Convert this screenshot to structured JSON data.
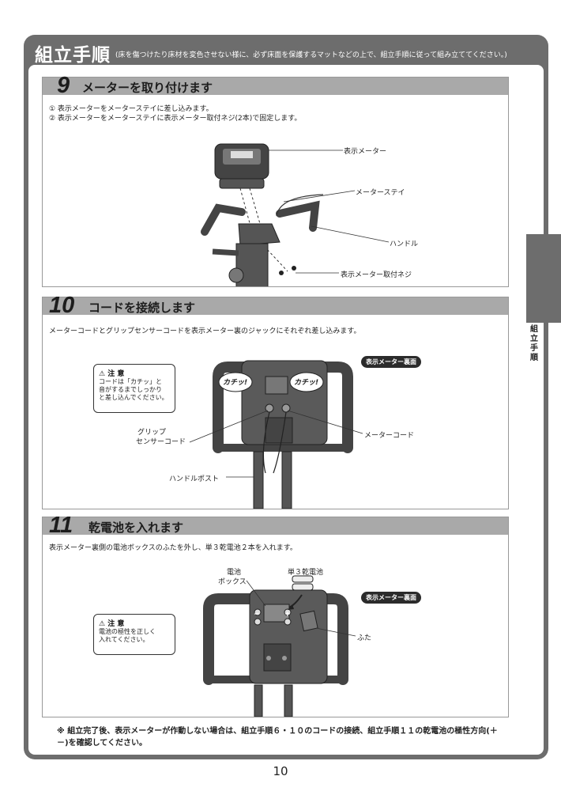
{
  "header": {
    "title": "組立手順",
    "subtitle": "(床を傷つけたり床材を変色させない様に、必ず床面を保護するマットなどの上で、組立手順に従って組み立ててください。)"
  },
  "side_tab": {
    "label": "組立手順"
  },
  "sections": [
    {
      "number": "9",
      "title": "メーターを取り付けます",
      "instructions": [
        "① 表示メーターをメーターステイに差し込みます。",
        "② 表示メーターをメーターステイに表示メーター取付ネジ(2本)で固定します。"
      ],
      "callouts": [
        "表示メーター",
        "メーターステイ",
        "ハンドル",
        "表示メーター取付ネジ"
      ]
    },
    {
      "number": "10",
      "title": "コードを接続します",
      "instruction": "メーターコードとグリップセンサーコードを表示メーター裏のジャックにそれぞれ差し込みます。",
      "badge": "表示メーター裏面",
      "caution": {
        "title": "注 意",
        "text": "コードは「カチッ」と\n音がするまでしっかり\nと差し込んでください。"
      },
      "click_sound": "カチッ!",
      "callouts": [
        "グリップ",
        "センサーコード",
        "メーターコード",
        "ハンドルポスト"
      ]
    },
    {
      "number": "11",
      "title": "乾電池を入れます",
      "instruction": "表示メーター裏側の電池ボックスのふたを外し、単３乾電池２本を入れます。",
      "badge": "表示メーター裏面",
      "caution": {
        "title": "注 意",
        "text": "電池の極性を正しく\n入れてください。"
      },
      "callouts": [
        "電池",
        "ボックス",
        "単３乾電池",
        "ふた"
      ],
      "polarity": {
        "plus": "+",
        "minus": "−"
      }
    }
  ],
  "footer_note": "※ 組立完了後、表示メーターが作動しない場合は、組立手順６・１０のコードの接続、組立手順１１の乾電池の極性方向(＋－)を確認してください。",
  "page_number": "10"
}
